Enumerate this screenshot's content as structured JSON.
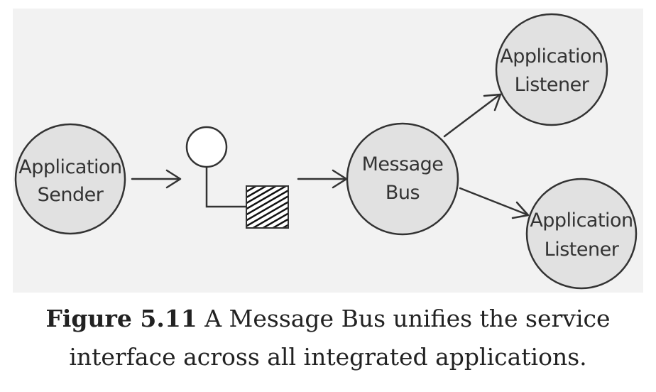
{
  "diagram": {
    "nodes": {
      "sender": {
        "line1": "Application",
        "line2": "Sender"
      },
      "bus": {
        "line1": "Message",
        "line2": "Bus"
      },
      "listener_top": {
        "line1": "Application",
        "line2": "Listener"
      },
      "listener_bottom": {
        "line1": "Application",
        "line2": "Listener"
      }
    },
    "colors": {
      "node_fill": "#e1e1e1",
      "stroke": "#333333",
      "panel_background": "#f2f2f2"
    }
  },
  "caption": {
    "label": "Figure 5.11",
    "text_line1": " A Message Bus unifies the service",
    "text_line2": "interface across all integrated applications."
  }
}
